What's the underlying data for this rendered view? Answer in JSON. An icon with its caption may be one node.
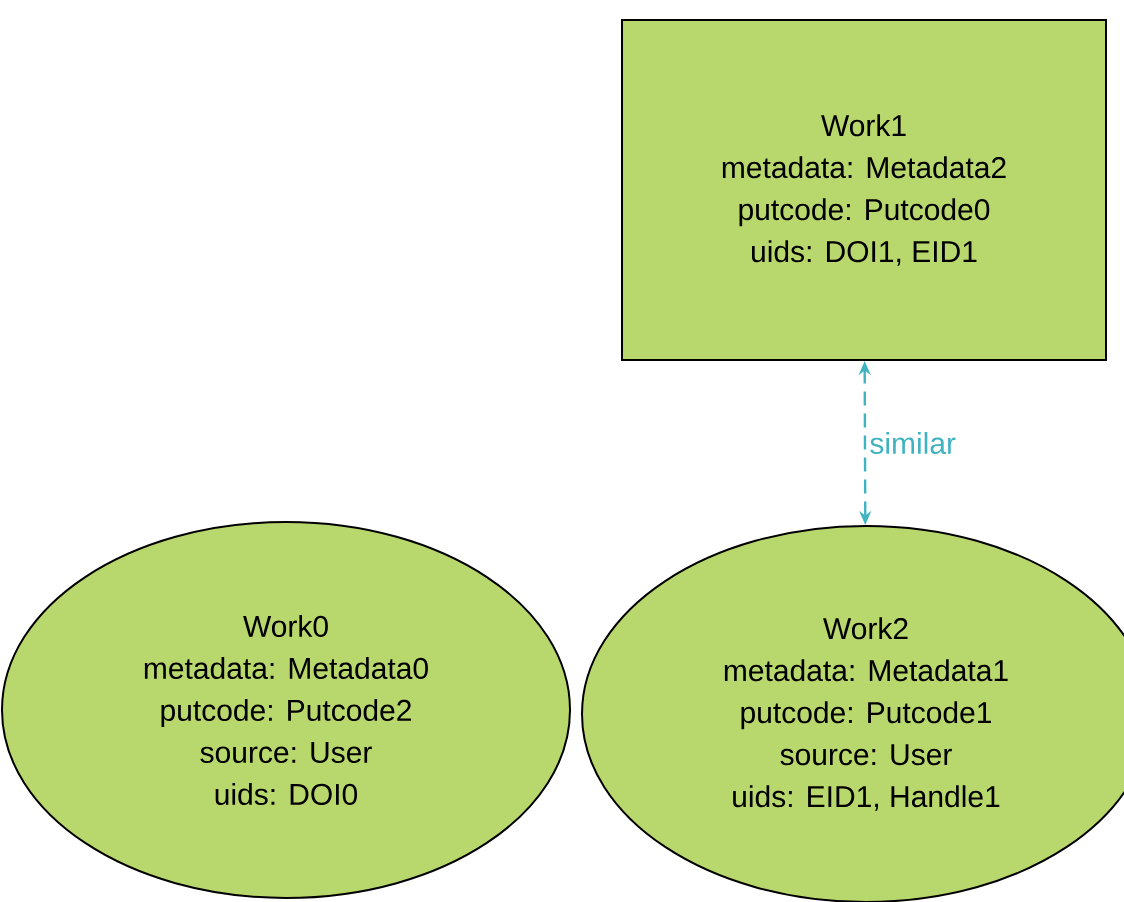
{
  "diagram": {
    "nodes": [
      {
        "text": [
          "Work1",
          "metadata: Metadata2",
          "putcode: Putcode0",
          "uids: DOI1, EID1"
        ]
      },
      {
        "text": [
          "Work0",
          "metadata: Metadata0",
          "putcode: Putcode2",
          "source: User",
          "uids: DOI0"
        ]
      },
      {
        "text": [
          "Work2",
          "metadata: Metadata1",
          "putcode: Putcode1",
          "source: User",
          "uids: EID1, Handle1"
        ]
      }
    ],
    "edges": [
      {
        "from": 0,
        "to": 2,
        "arrow": "both",
        "label": "similar",
        "style": "dashed",
        "color": "#3fb3c0"
      }
    ]
  }
}
